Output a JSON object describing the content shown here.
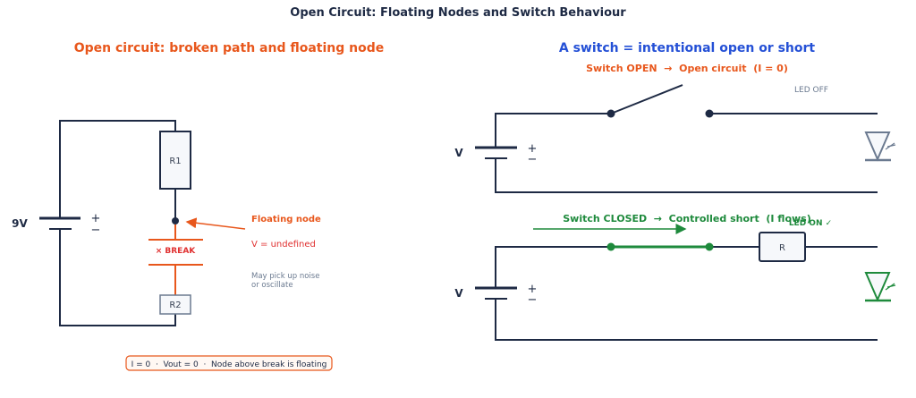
{
  "title": "Open Circuit: Floating Nodes and Switch Behaviour",
  "colors": {
    "wire": "#1e2a44",
    "orange": "#e8571c",
    "red": "#e03131",
    "blue": "#2450d6",
    "green": "#1e8a3c",
    "gray": "#6b7a90",
    "component_fill": "#f6f8fb"
  },
  "left_panel": {
    "heading": "Open circuit: broken path and floating node",
    "battery_label": "9V",
    "plus": "+",
    "minus": "−",
    "r1_label": "R1",
    "r2_label": "R2",
    "break_label": "× BREAK",
    "floating_node_label": "Floating node",
    "voltage_note": "V = undefined",
    "noise_note_line1": "May pick up noise",
    "noise_note_line2": "or oscillate",
    "summary": "I = 0  ·  Vout = 0  ·  Node above break is floating"
  },
  "right_panel": {
    "heading": "A switch = intentional open or short",
    "open_circuit": {
      "caption": "Switch OPEN  →  Open circuit  (I = 0)",
      "battery_label": "V",
      "plus": "+",
      "minus": "−",
      "led_label": "LED OFF"
    },
    "closed_circuit": {
      "caption": "Switch CLOSED  →  Controlled short  (I flows)",
      "battery_label": "V",
      "plus": "+",
      "minus": "−",
      "resistor_label": "R",
      "led_label": "LED ON ✓"
    }
  }
}
